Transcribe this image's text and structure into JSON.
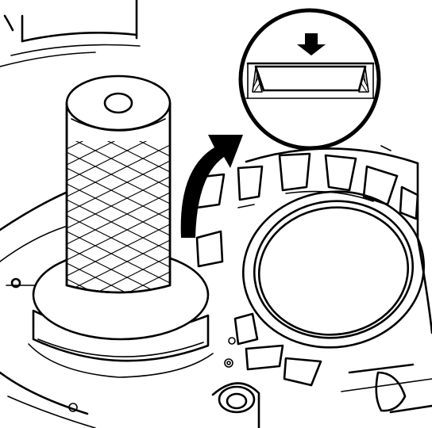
{
  "diagram": {
    "labels": [],
    "parts": [
      {
        "name": "oil-seal-installer-tool",
        "feature": "knurled-grip-handle"
      },
      {
        "name": "transmission-housing",
        "feature": "stepped-ribbed-casting"
      },
      {
        "name": "seal-bore",
        "feature": "circular-opening"
      },
      {
        "name": "install-direction-arrow",
        "feature": "curved-solid-arrow"
      },
      {
        "name": "detail-callout",
        "feature": "magnified-seal-cross-section"
      },
      {
        "name": "push-direction-arrow",
        "feature": "downward-pointer"
      }
    ],
    "colors": {
      "line": "#000000",
      "background": "#ffffff"
    }
  }
}
